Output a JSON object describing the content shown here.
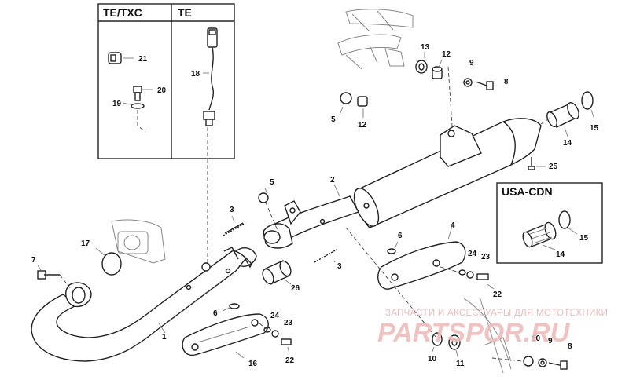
{
  "boxes": {
    "te_txc": "TE/TXC",
    "te": "TE",
    "usa_cdn": "USA-CDN"
  },
  "callouts": [
    {
      "id": "c21",
      "text": "21"
    },
    {
      "id": "c20",
      "text": "20"
    },
    {
      "id": "c19",
      "text": "19"
    },
    {
      "id": "c18",
      "text": "18"
    },
    {
      "id": "c13",
      "text": "13"
    },
    {
      "id": "c12a",
      "text": "12"
    },
    {
      "id": "c9a",
      "text": "9"
    },
    {
      "id": "c8a",
      "text": "8"
    },
    {
      "id": "c5a",
      "text": "5"
    },
    {
      "id": "c12b",
      "text": "12"
    },
    {
      "id": "c14a",
      "text": "14"
    },
    {
      "id": "c15a",
      "text": "15"
    },
    {
      "id": "c25",
      "text": "25"
    },
    {
      "id": "c2",
      "text": "2"
    },
    {
      "id": "c5b",
      "text": "5"
    },
    {
      "id": "c3a",
      "text": "3"
    },
    {
      "id": "c3b",
      "text": "3"
    },
    {
      "id": "c26",
      "text": "26"
    },
    {
      "id": "c17",
      "text": "17"
    },
    {
      "id": "c7",
      "text": "7"
    },
    {
      "id": "c1",
      "text": "1"
    },
    {
      "id": "c6a",
      "text": "6"
    },
    {
      "id": "c6b",
      "text": "6"
    },
    {
      "id": "c4",
      "text": "4"
    },
    {
      "id": "c24a",
      "text": "24"
    },
    {
      "id": "c23a",
      "text": "23"
    },
    {
      "id": "c22a",
      "text": "22"
    },
    {
      "id": "c24b",
      "text": "24"
    },
    {
      "id": "c23b",
      "text": "23"
    },
    {
      "id": "c22b",
      "text": "22"
    },
    {
      "id": "c16",
      "text": "16"
    },
    {
      "id": "c10a",
      "text": "10"
    },
    {
      "id": "c11",
      "text": "11"
    },
    {
      "id": "c10b",
      "text": "10"
    },
    {
      "id": "c9b",
      "text": "9"
    },
    {
      "id": "c8b",
      "text": "8"
    },
    {
      "id": "c14b",
      "text": "14"
    },
    {
      "id": "c15b",
      "text": "15"
    }
  ],
  "watermark": {
    "tagline": "ЗАПЧАСТИ И АКСЕССУАРЫ ДЛЯ МОТОТЕХНИКИ",
    "brand": "PARTSPOR.RU"
  },
  "colors": {
    "line": "#222222",
    "watermark": "#f0bcbc"
  }
}
